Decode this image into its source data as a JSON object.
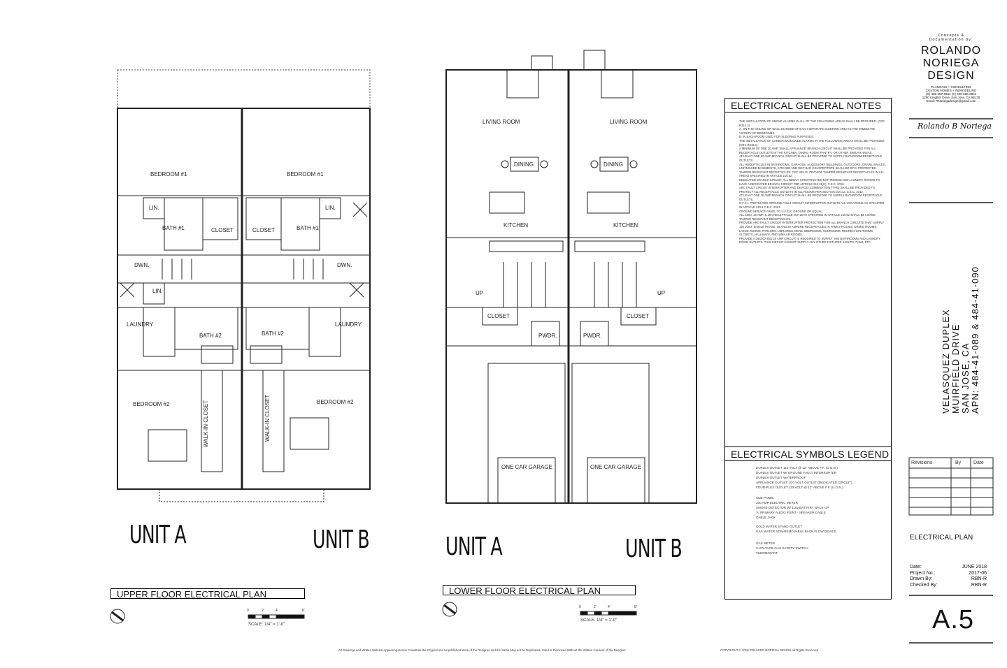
{
  "plans": {
    "upper": {
      "title": "UPPER FLOOR ELECTRICAL PLAN",
      "scale": "SCALE: 1/4\" = 1'-0\"",
      "unit_a": "UNIT A",
      "unit_b": "UNIT B",
      "scale_ticks": [
        "0",
        "2'",
        "4'",
        "8'"
      ],
      "rooms": {
        "bedroom1_a": "BEDROOM #1",
        "bedroom1_b": "BEDROOM #1",
        "lin_a": "LIN.",
        "lin_b": "LIN.",
        "lin_c": "LIN.",
        "bath1_a": "BATH #1",
        "bath1_b": "BATH #1",
        "closet_a": "CLOSET",
        "closet_b": "CLOSET",
        "dwn_a": "DWN.",
        "dwn_b": "DWN.",
        "laundry_a": "LAUNDRY",
        "laundry_b": "LAUNDRY",
        "bath2_a": "BATH #2",
        "bath2_b": "BATH #2",
        "bedroom2_a": "BEDROOM #2",
        "bedroom2_b": "BEDROOM #2",
        "wic_a": "WALK-IN CLOSET",
        "wic_b": "WALK-IN CLOSET"
      }
    },
    "lower": {
      "title": "LOWER FLOOR ELECTRICAL PLAN",
      "scale": "SCALE: 1/4\" = 1'-0\"",
      "unit_a": "UNIT A",
      "unit_b": "UNIT B",
      "scale_ticks": [
        "0",
        "2'",
        "4'",
        "8'"
      ],
      "rooms": {
        "living_a": "LIVING ROOM",
        "living_b": "LIVING ROOM",
        "dining_a": "DINING",
        "dining_b": "DINING",
        "kitchen_a": "KITCHEN",
        "kitchen_b": "KITCHEN",
        "up_a": "UP",
        "up_b": "UP",
        "closet_a": "CLOSET",
        "closet_b": "CLOSET",
        "pwdr_a": "PWDR.",
        "pwdr_b": "PWDR.",
        "garage_a": "ONE CAR GARAGE",
        "garage_b": "ONE CAR GARAGE"
      }
    }
  },
  "notes": {
    "title": "ELECTRICAL GENERAL NOTES",
    "items": [
      "THE INSTALLATION OF SMOKE ALARMS IN ALL OF THE FOLLOWING AREAS SHALL BE PROVIDED. (CRC R314.3)",
      "A. ON THE CEILING OR WALL OUTSIDE OF EACH SEPARATE SLEEPING AREA IN THE IMMEDIATE VICINITY OF BEDROOMS.",
      "B. IN EACH ROOM USED FOR SLEEPING PURPOSES.",
      "THE INSTALLATION OF CARBON MONOXIDE ALARMS IN THE FOLLOWING AREAS SHALL BE PROVIDED. (CRC R315.1)",
      "A MINIMUM OF ONE 20 AMP 'SMALL APPLIANCE' BRANCH CIRCUIT SHALL BE PROVIDED FOR ALL RECEPTACLE OUTLETS IN THE KITCHEN, DINING ROOM, PANTRY, OR OTHER SIMILAR AREAS.",
      "AT LEAST ONE 20 AMP BRANCH CIRCUIT SHALL BE PROVIDED TO SUPPLY BATHROOM RECEPTACLE OUTLETS.",
      "ALL RECEPTACLES IN BATHROOMS, GARAGES, ACCESSORY BUILDINGS, OUTDOORS, CRAWL SPACES, UNFINISHED BASEMENTS, KITCHEN AND WET BAR COUNTERTOPS SHALL BE GFCI PROTECTED.",
      "TAMPER-RESISTANT RECEPTACLES: CEC 406.11. PROVIDE TAMPER-RESISTANT RECEPTACLES IN ALL AREAS SPECIFIED IN ARTICLE 210.52.",
      "DEDICATED BRANCH CIRCUIT: ALL NEWLY CONSTRUCTED BATHROOMS AND LAUNDRY ROOMS TO HAVE A DEDICATED BRANCH CIRCUIT PER ARTICLE 210.11(C), C.E.C. 2013.",
      "ARC FAULT CIRCUIT INTERRUPTER AND DEVICE (COMBINATION TYPE) SHALL BE PROVIDED TO PROTECT ALL RECEPTACLE OUTLETS IN ALL ROOMS PER SECTION 210.12, C.E.C. 2013.",
      "AT LEAST ONE 20 AMP BRANCH CIRCUIT SHALL BE PROVIDED TO SUPPLY BATHROOM RECEPTACLE OUTLETS.",
      "G.F.C.I. PROTECTED GROUND FAULT CIRCUIT INTERRUPTER OUTLETS ALL LOCATIONS AS SPECIFIED IN ARTICLE 210.8 C.E.C. 2013.",
      "GROUND SERVICE PANEL TO U.F.E.R. GROUND OR EQUAL.",
      "ALL 125V, 15 AMP, & 20A RECEPTACLE OUTLETS SPECIFIED IN ARTICLE 210.52 SHALL BE LISTED TAMPER RESISTANT RECEPTACLES.",
      "PROVIDE ARC-FAULT CIRCUIT INTERRUPTER PROTECTION FOR ALL BRANCH CIRCUITS THAT SUPPLY 120 VOLT, SINGLE PHASE, 15 AND 20 AMPERE RECEPTACLES IN FAMILY ROOMS, DINING ROOMS, LIVING ROOMS, PARLORS, LIBRARIES, DENS, BEDROOMS, SUNROOMS, RECREATION ROOMS, CLOSETS, HALLWAYS, AND SIMILAR ROOMS.",
      "PROVIDE A DEDICATED 20 AMP CIRCUIT IS REQUIRED TO SUPPLY THE BATHROOMS AND LAUNDRY ROOM OUTLETS. THIS CIRCUIT CANNOT SUPPLY ANY OTHER FIXTURES, LIGHTS, FANS, ETC."
    ]
  },
  "legend": {
    "title": "ELECTRICAL SYMBOLS LEGEND",
    "items": [
      "DUPLEX OUTLET 110 VOLT @ 12\" ABOVE F.F. (U.O.N.)",
      "DUPLEX OUTLET W/ GROUND FAULT INTERRUPTER",
      "DUPLEX OUTLET WATERPROOF",
      "APPLIANCE OUTLET, 220 VOLT OUTLET (DEDICATED CIRCUIT)",
      "FOUR-PLEX OUTLET 110 VOLT @ 12\" ABOVE F.F. (U.O.N.)",
      "SUB-PANEL",
      "200 AMP ELECTRIC METER",
      "SMOKE DETECTOR W/ 110v BATTERY BACK-UP",
      "'A' PRIMARY AUDIO POINT - SPEAKER CABLE",
      "CABLE JACK",
      "COLD WATER STAND OUTLET",
      "GAS WATER NON-REMOVABLE BACK FLOW DEVICE",
      "GAS METER",
      "3-VOLTAGE GAS SAFETY SWITCH",
      "THERMOSTAT"
    ]
  },
  "title_block": {
    "concept": "Concepts &",
    "documentation": "Documentation by:",
    "firm_line1": "ROLANDO",
    "firm_line2": "NORIEGA",
    "firm_line3": "DESIGN",
    "services": "PLANNING + CONSULTING",
    "services2": "CUSTOM HOMES + REMODELING",
    "phone": "(O) 408-297-5564   (C) 408-656-0844",
    "address": "1290 Kingfish Drive, San Jose, CA 95130",
    "email": "Email: RNoriegadesign@gmail.com",
    "signature": "Rolando B Noriega",
    "project_title": "VELASQUEZ DUPLEX",
    "project_address": "MUIRFIELD DRIVE",
    "project_city": "SAN JOSE, CA",
    "apn": "APN: 484-41-089 & 484-41-090",
    "revisions_header": "Revisions",
    "by_header": "By",
    "date_header": "Date",
    "sheet_name": "ELECTRICAL PLAN",
    "info": [
      {
        "label": "Date:",
        "value": "JUNE 2018"
      },
      {
        "label": "Project No.:",
        "value": "2017-06"
      },
      {
        "label": "Drawn By:",
        "value": "RBN-R"
      },
      {
        "label": "Checked By:",
        "value": "RBN-R"
      }
    ],
    "sheet_number": "A.5"
  },
  "footer": {
    "disclaimer": "All Drawings and Written Material Appearing Herein Constitute the Original and Unpublished Work of the Designer and the Same May not be Duplicated, Used or Disclosed Without the Written Consent of the Designer.",
    "copyright": "COPYRIGHT © 2018 ROLANDO NORIEGA DESIGN  All Rights Reserved"
  }
}
